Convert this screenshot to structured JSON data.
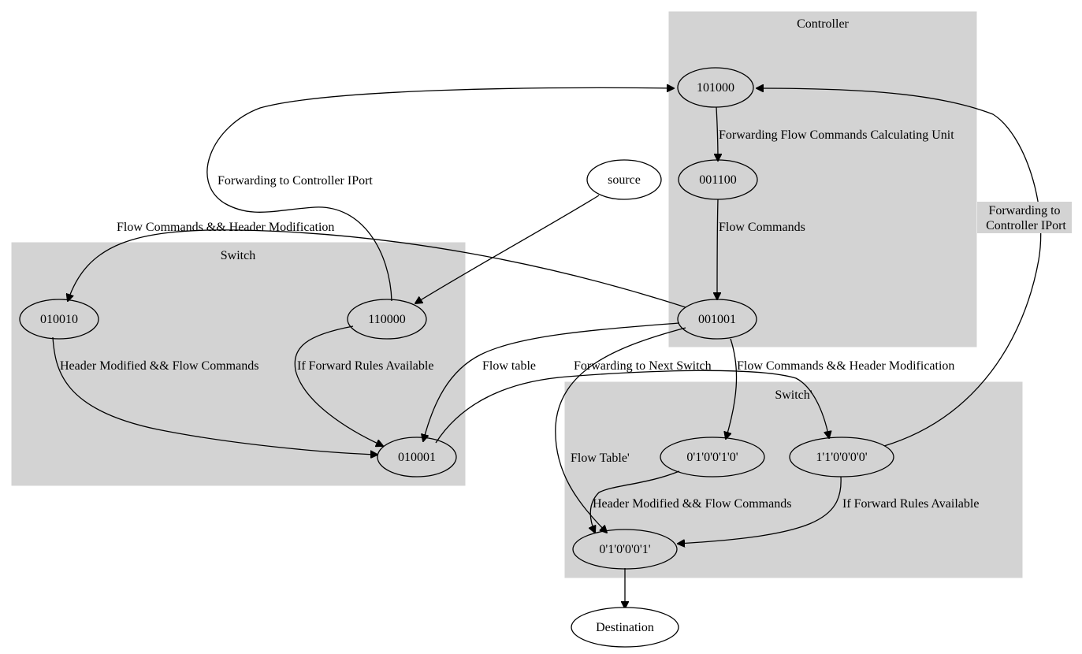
{
  "clusters": {
    "controller": "Controller",
    "switch1": "Switch",
    "switch2": "Switch'"
  },
  "nodes": {
    "n101000": "101000",
    "n001100": "001100",
    "n001001": "001001",
    "source": "source",
    "n010010": "010010",
    "n110000": "110000",
    "n010001": "010001",
    "p010": "0'1'0'0'1'0'",
    "p110": "1'1'0'0'0'0'",
    "p001": "0'1'0'0'0'1'",
    "destination": "Destination"
  },
  "edges": {
    "fwd_calc": "Forwarding Flow Commands Calculating Unit",
    "flow_cmds": "Flow Commands",
    "fwd_ctrl_1": "Forwarding to Controller IPort",
    "fwd_ctrl_2_line1": "Forwarding to",
    "fwd_ctrl_2_line2": "Controller IPort",
    "fc_hm_1": "Flow Commands && Header Modification",
    "fc_hm_2": "Flow Commands && Header Modification",
    "hm_fc_1": "Header Modified && Flow Commands",
    "hm_fc_2": "Header Modified && Flow Commands",
    "if_fwd_1": "If Forward Rules Available",
    "if_fwd_2": "If Forward Rules Available",
    "flow_table": "Flow table",
    "flow_table_p": "Flow Table'",
    "fwd_next": "Forwarding to Next Switch"
  }
}
